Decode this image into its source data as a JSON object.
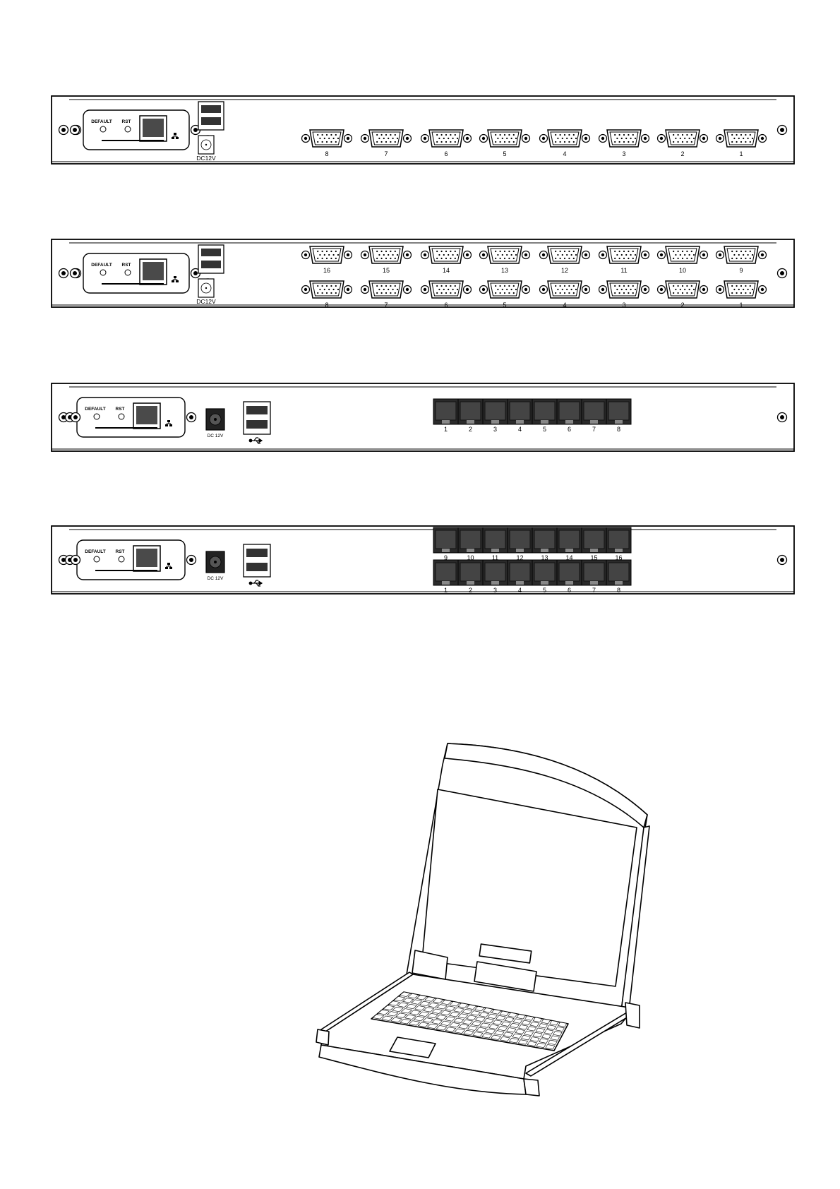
{
  "labels": {
    "default": "DEFAULT",
    "rst": "RST",
    "power": "DC12V",
    "power_spaced": "DC 12V"
  },
  "panels": [
    {
      "name": "panel-8-port-vga",
      "type": "vga",
      "rows": [
        [
          "8",
          "7",
          "6",
          "5",
          "4",
          "3",
          "2",
          "1"
        ]
      ]
    },
    {
      "name": "panel-16-port-vga",
      "type": "vga",
      "rows": [
        [
          "16",
          "15",
          "14",
          "13",
          "12",
          "11",
          "10",
          "9"
        ],
        [
          "8",
          "7",
          "6",
          "5",
          "4",
          "3",
          "2",
          "1"
        ]
      ]
    },
    {
      "name": "panel-8-port-rj45",
      "type": "rj45",
      "rows": [
        [
          "1",
          "2",
          "3",
          "4",
          "5",
          "6",
          "7",
          "8"
        ]
      ]
    },
    {
      "name": "panel-16-port-rj45",
      "type": "rj45",
      "rows": [
        [
          "9",
          "10",
          "11",
          "12",
          "13",
          "14",
          "15",
          "16"
        ],
        [
          "1",
          "2",
          "3",
          "4",
          "5",
          "6",
          "7",
          "8"
        ]
      ]
    }
  ],
  "icons": [
    "usb-icon",
    "network-icon",
    "screw-icon",
    "vga-port-icon",
    "rj45-port-icon",
    "lcd-console-drawer-icon"
  ]
}
